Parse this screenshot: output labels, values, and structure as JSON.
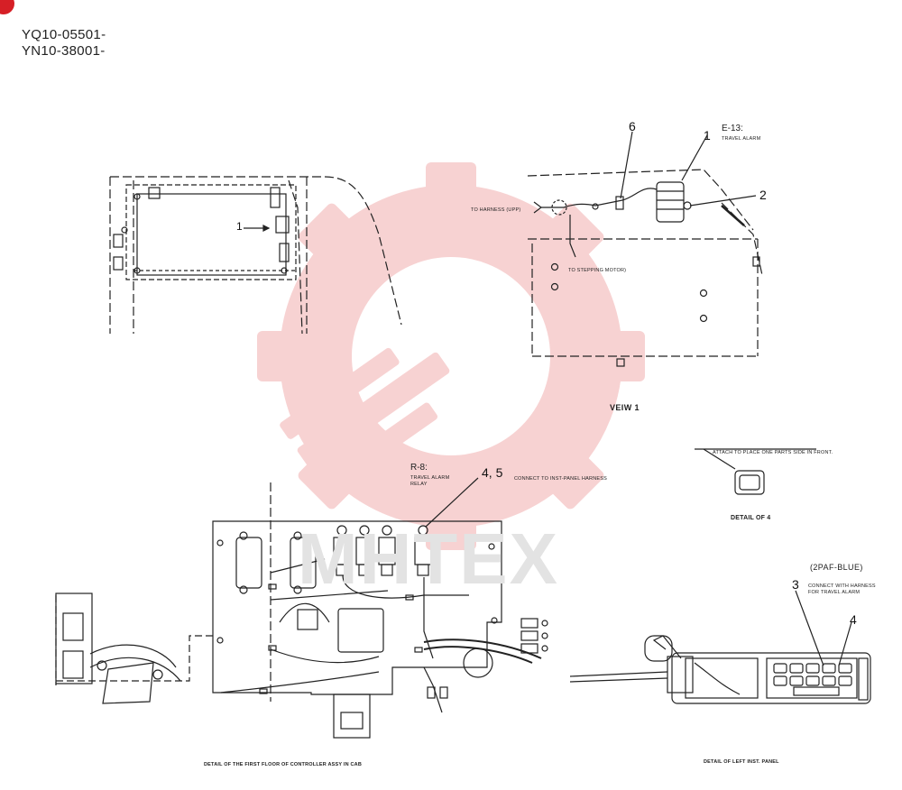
{
  "header": {
    "serial_1": "YQ10-05501-",
    "serial_2": "YN10-38001-"
  },
  "view_1": {
    "callout_6": "6",
    "callout_1": "1",
    "callout_2": "2",
    "component_code": "E-13:",
    "component_name": "TRAVEL ALARM",
    "to_harness": "TO HARNESS (UPP)",
    "to_stepping_motor": "TO STEPPING MOTOR)",
    "view_label": "VEIW 1"
  },
  "controller_detail": {
    "callout_1": "1",
    "relay_code": "R-8:",
    "relay_name_1": "TRAVEL ALARM",
    "relay_name_2": "RELAY",
    "callout_45": "4, 5",
    "connect_note": "CONNECT TO INST-PANEL HARNESS",
    "caption": "DETAIL OF THE FIRST FLOOR OF CONTROLLER ASSY IN CAB"
  },
  "detail_of_4": {
    "note": "ATTACH TO PLACE ONE PARTS SIDE IN FRONT.",
    "caption": "DETAIL OF 4"
  },
  "left_panel": {
    "connector_label": "(2PAF-BLUE)",
    "callout_3": "3",
    "callout_4": "4",
    "connect_note_1": "CONNECT WITH HARNESS",
    "connect_note_2": "FOR TRAVEL ALARM",
    "caption": "DETAIL OF LEFT INST. PANEL"
  },
  "watermark": {
    "text": "MHTEX",
    "color": "#f2b8b8"
  }
}
